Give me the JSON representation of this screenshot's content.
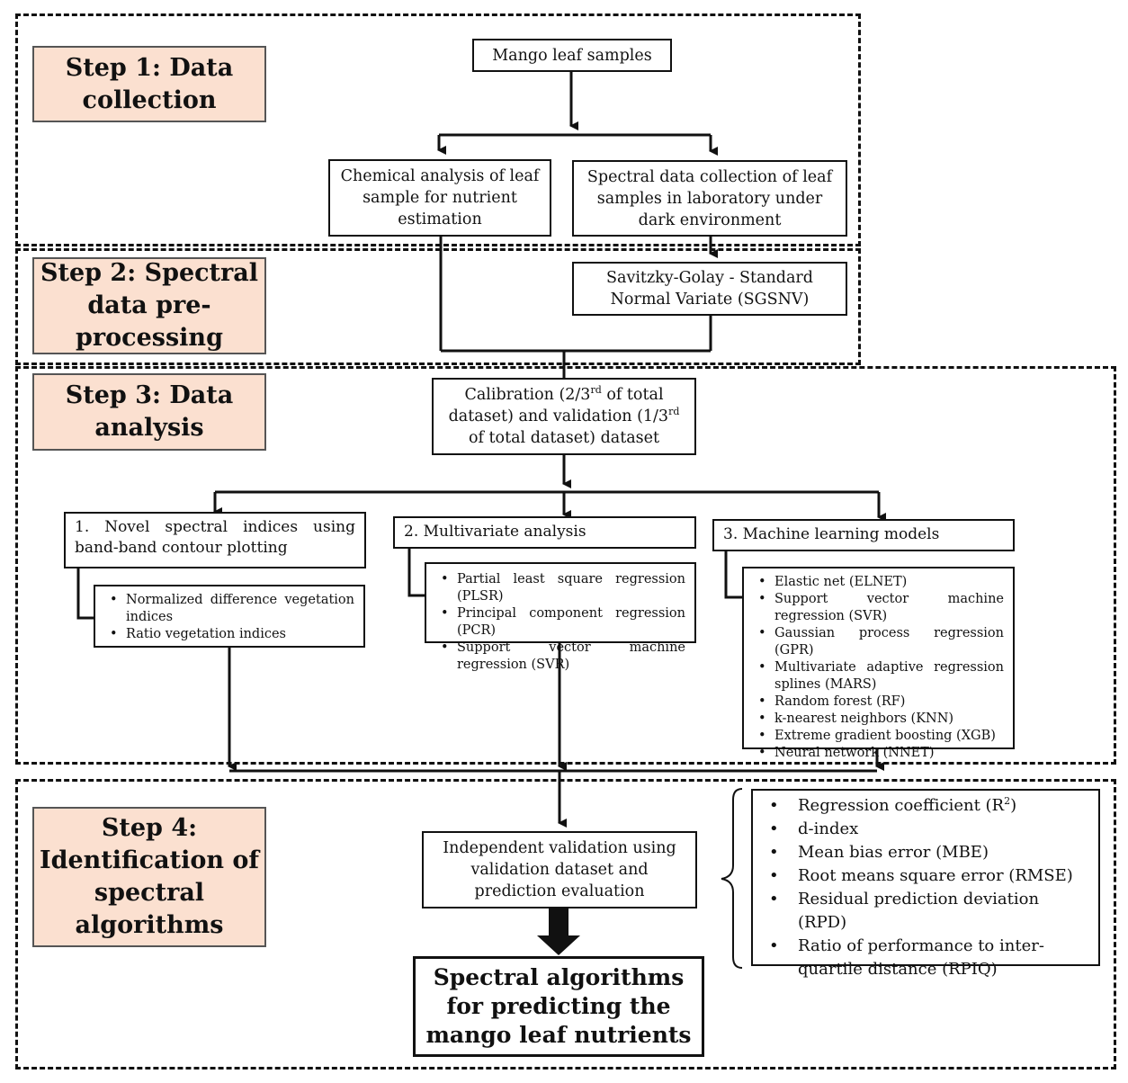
{
  "steps": {
    "step1": "Step 1: Data collection",
    "step2": "Step 2: Spectral data pre-processing",
    "step3": "Step 3: Data analysis",
    "step4": "Step 4: Identification of spectral algorithms"
  },
  "nodes": {
    "mango": "Mango leaf samples",
    "chemical": "Chemical analysis of leaf sample for nutrient estimation",
    "spectral": "Spectral data collection of leaf samples in laboratory under dark environment",
    "sgsnv": "Savitzky-Golay - Standard Normal Variate (SGSNV)",
    "calibration": {
      "part1": "Calibration (2/3",
      "sup1": "rd",
      "part2": " of total dataset) and validation (1/3",
      "sup2": "rd",
      "part3": " of total dataset) dataset"
    },
    "novel": "1. Novel spectral indices using band-band contour plotting",
    "multivariate": "2. Multivariate analysis",
    "ml": "3. Machine learning models",
    "independent": "Independent validation using validation dataset and prediction evaluation",
    "final": "Spectral algorithms for predicting the mango leaf nutrients"
  },
  "novel_items": [
    "Normalized difference vegetation indices",
    "Ratio vegetation indices"
  ],
  "multivariate_items": [
    "Partial least square regression (PLSR)",
    "Principal component regression (PCR)",
    "Support vector machine regression (SVR)"
  ],
  "ml_items": [
    "Elastic net (ELNET)",
    "Support vector machine regression (SVR)",
    "Gaussian process regression (GPR)",
    "Multivariate adaptive regression splines (MARS)",
    "Random forest (RF)",
    "k-nearest neighbors (KNN)",
    "Extreme gradient boosting (XGB)",
    "Neural network (NNET)"
  ],
  "metrics": {
    "r2_text": "Regression coefficient (R",
    "r2_sup": "2",
    "r2_close": ")",
    "items": [
      "d-index",
      "Mean bias error (MBE)",
      "Root means square error (RMSE)",
      "Residual prediction deviation (RPD)",
      "Ratio of performance to inter-quartile distance (RPIQ)"
    ]
  }
}
